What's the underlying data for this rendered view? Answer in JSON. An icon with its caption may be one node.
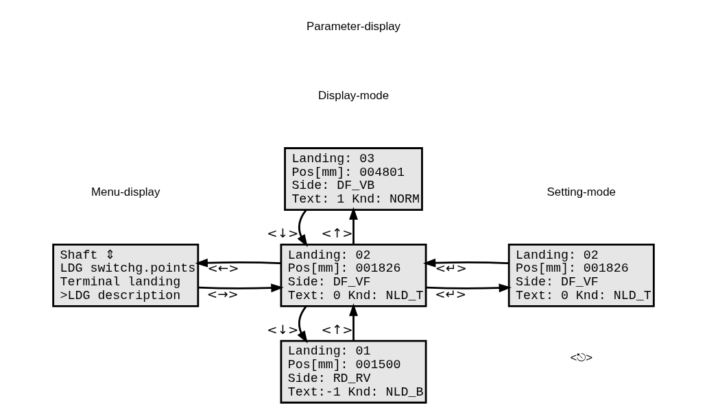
{
  "diagram": {
    "nodes": [
      {
        "text": [
          "Shaft ⇕",
          "LDG switchg.points",
          "Terminal landing",
          ">LDG description"
        ]
      },
      {
        "text": [
          "Landing: 03",
          "Pos[mm]: 004801",
          "Side: DF_VB",
          "Text: 1 Knd: NORM"
        ]
      },
      {
        "text": [
          "Landing: 02",
          "Pos[mm]: 001826",
          "Side: DF_VF",
          "Text: 0 Knd: NLD_T"
        ]
      },
      {
        "text": [
          "Landing: 01",
          "Pos[mm]: 001500",
          "Side: RD_RV",
          "Text:-1 Knd: NLD_B"
        ]
      },
      {
        "text": [
          "Landing: 02",
          "Pos[mm]: 001826",
          "Side: DF_VF",
          "Text: 0 Knd: NLD_T"
        ]
      }
    ],
    "edges": [
      {
        "from": 0,
        "to": 2,
        "arrow": "to",
        "label": "<→>"
      },
      {
        "from": 2,
        "to": 0,
        "arrow": "to",
        "label": "<←>"
      },
      {
        "from": 2,
        "to": 1,
        "arrow": "to",
        "label": "<↑>"
      },
      {
        "from": 1,
        "to": 2,
        "arrow": "to",
        "label": "<↓>"
      },
      {
        "from": 3,
        "to": 2,
        "arrow": "to",
        "label": "<↑>"
      },
      {
        "from": 2,
        "to": 3,
        "arrow": "to",
        "label": "<↓>"
      },
      {
        "from": 2,
        "to": 4,
        "arrow": "to",
        "label": "<↵>"
      },
      {
        "from": 4,
        "to": 2,
        "arrow": "to",
        "label": "<↵>"
      }
    ],
    "labels": [
      "Menu-display",
      "Parameter-display",
      "Display-mode",
      "Setting-mode",
      "<⎋>"
    ]
  }
}
